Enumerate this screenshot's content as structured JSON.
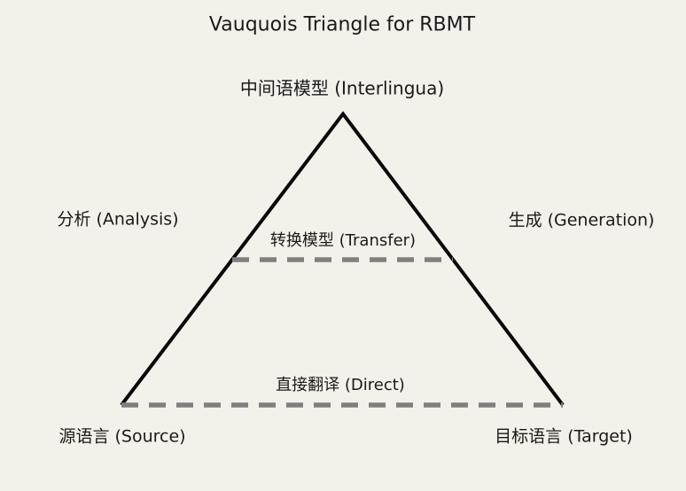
{
  "title": "Vauquois Triangle for RBMT",
  "diagram": {
    "apex_label": "中间语模型 (Interlingua)",
    "left_edge_label": "分析 (Analysis)",
    "right_edge_label": "生成 (Generation)",
    "transfer_label": "转换模型 (Transfer)",
    "direct_label": "直接翻译 (Direct)",
    "bottom_left_label": "源语言 (Source)",
    "bottom_right_label": "目标语言 (Target)"
  },
  "colors": {
    "background": "#f2f1ea",
    "triangle_stroke": "#0a0a0a",
    "dashed_line": "#808080",
    "text": "#1a1a1a"
  }
}
